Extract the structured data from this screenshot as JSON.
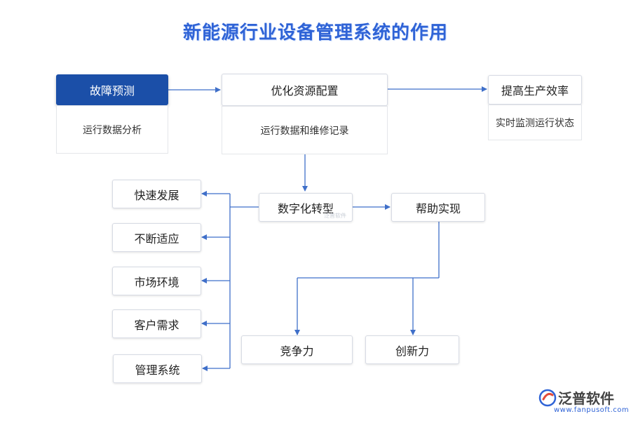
{
  "title": "新能源行业设备管理系统的作用",
  "nodes": {
    "fault_prediction": "故障预测",
    "fault_prediction_desc": "运行数据分析",
    "resource_optimization": "优化资源配置",
    "resource_optimization_desc": "运行数据和维修记录",
    "efficiency": "提高生产效率",
    "efficiency_desc": "实时监测运行状态",
    "digital_transformation": "数字化转型",
    "help_achieve": "帮助实现",
    "rapid_development": "快速发展",
    "continuous_adaptation": "不断适应",
    "market_environment": "市场环境",
    "customer_demand": "客户需求",
    "management_system": "管理系统",
    "competitiveness": "竞争力",
    "innovation": "创新力"
  },
  "watermark": "泛普软件",
  "logo": {
    "brand": "泛普软件",
    "url": "www.fanpusoft.com",
    "icon": "fanpu-logo-icon"
  },
  "colors": {
    "title": "#2f63d6",
    "primary_box": "#1b4fa8",
    "connector": "#3f6fc9"
  }
}
